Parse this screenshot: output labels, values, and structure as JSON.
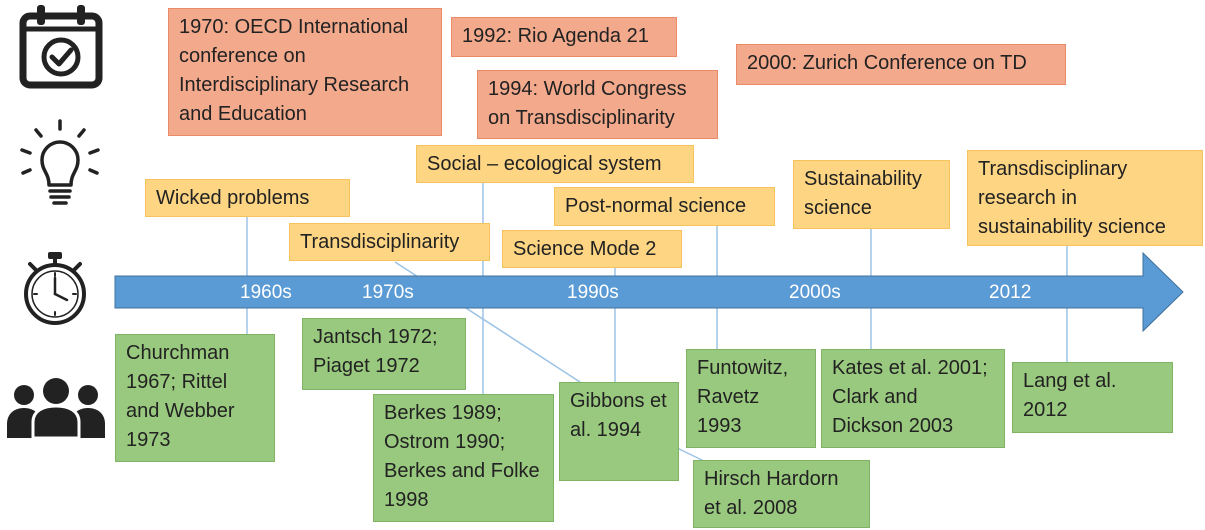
{
  "colors": {
    "event_fill": "#f3a98c",
    "concept_fill": "#fdd583",
    "author_fill": "#99c97e",
    "timeline_fill": "#5b9bd5",
    "connector": "#9dc3e6",
    "icon": "#222222"
  },
  "icons": {
    "events": "calendar-check-icon",
    "concepts": "lightbulb-icon",
    "timeline": "stopwatch-icon",
    "authors": "people-group-icon"
  },
  "events": [
    "1970: OECD International conference on Interdisciplinary Research and Education",
    "1992: Rio Agenda 21",
    "1994: World Congress on Transdisciplinarity",
    "2000: Zurich Conference on TD"
  ],
  "concepts": [
    "Wicked problems",
    "Transdisciplinarity",
    "Social – ecological system",
    "Science Mode 2",
    "Post-normal science",
    "Sustainability science",
    "Transdisciplinary research in sustainability science"
  ],
  "timeline": {
    "labels": [
      "1960s",
      "1970s",
      "1990s",
      "2000s",
      "2012"
    ]
  },
  "references": [
    "Churchman 1967; Rittel and Webber 1973",
    "Jantsch 1972; Piaget 1972",
    "Berkes 1989; Ostrom 1990; Berkes and Folke 1998",
    "Gibbons et al. 1994",
    "Funtowitz, Ravetz 1993",
    "Hirsch Hardorn et al. 2008",
    "Kates et al. 2001; Clark and Dickson 2003",
    "Lang et al. 2012"
  ]
}
